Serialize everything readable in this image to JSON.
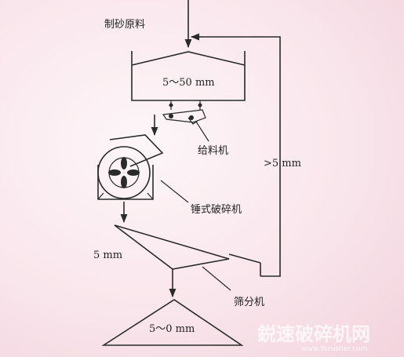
{
  "labels": {
    "raw_material": "制砂原料",
    "hopper_size": "5～50 mm",
    "feeder": "给料机",
    "return_size": ">5 mm",
    "hammer_crusher": "锤式破碎机",
    "screen_side": "5 mm",
    "screen": "筛分机",
    "product_size": "5～0 mm"
  },
  "watermark": {
    "name": "鋭速破碎机网",
    "url": "www.Yerusher.com"
  },
  "colors": {
    "line": "#2a2a2a",
    "background": "#f9e6ec"
  }
}
